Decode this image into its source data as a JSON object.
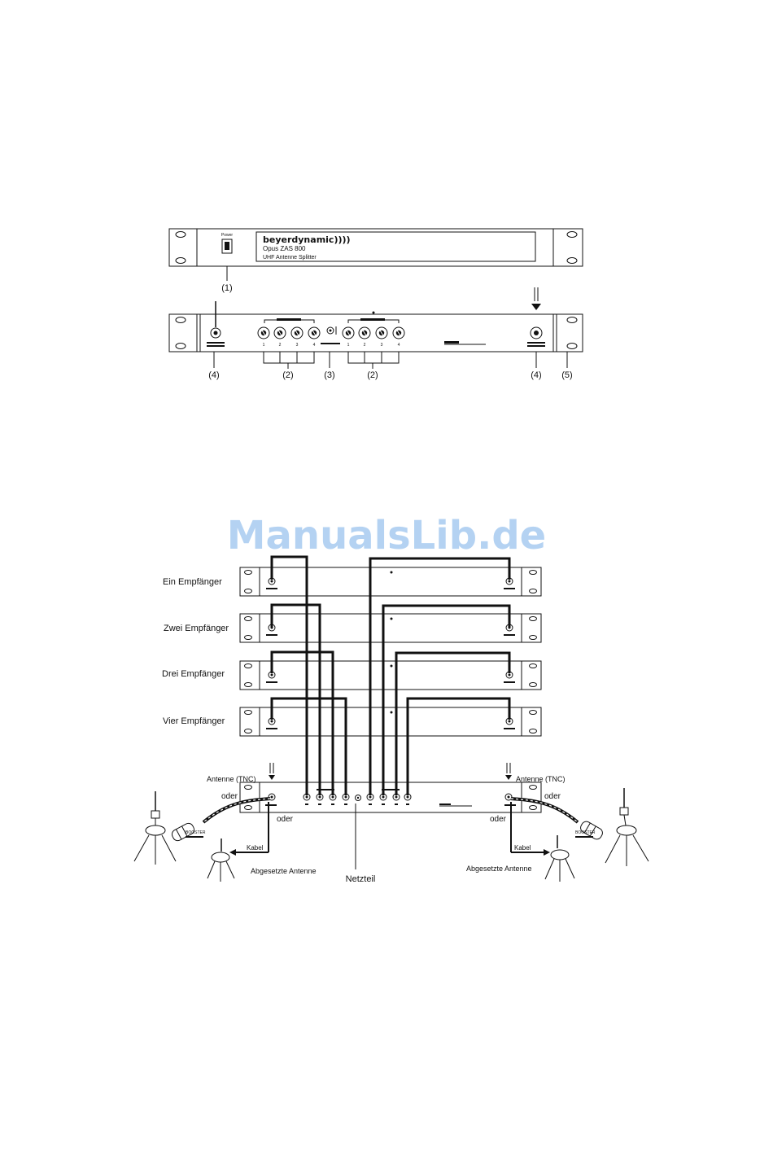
{
  "front_panel": {
    "power_label": "Power",
    "brand": "beyerdynamic))))",
    "model": "Opus  ZAS 800",
    "product": "UHF Antenne Splitter",
    "callout": "(1)"
  },
  "rear_panel": {
    "callouts": [
      "(4)",
      "(2)",
      "(3)",
      "(2)",
      "(4)",
      "(5)"
    ],
    "port_numbers": [
      "1",
      "2",
      "3",
      "4",
      "1",
      "2",
      "3",
      "4"
    ]
  },
  "watermark": "ManualsLib.de",
  "setup": {
    "receivers": [
      "Ein Empfänger",
      "Zwei Empfänger",
      "Drei Empfänger",
      "Vier Empfänger"
    ],
    "antenna_tnc_left": "Antenne (TNC)",
    "antenna_tnc_right": "Antenne (TNC)",
    "oder": [
      "oder",
      "oder",
      "oder",
      "oder"
    ],
    "kabel_left": "Kabel",
    "kabel_right": "Kabel",
    "remote_left": "Abgesetzte Antenne",
    "remote_right": "Abgesetzte Antenne",
    "netzteil": "Netzteil",
    "booster_left": "BOOSTER",
    "booster_right": "BOOSTER"
  }
}
